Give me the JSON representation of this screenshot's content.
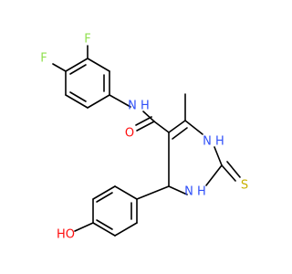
{
  "molecule": {
    "colors": {
      "bond": "#000000",
      "carbon": "#000000",
      "nitrogen": "#3050f8",
      "oxygen": "#ff0d0d",
      "fluorine": "#90e050",
      "sulfur": "#c8b000",
      "hydrogen_on_heteroatom": "#000000"
    },
    "atom_labels": {
      "f_top": "F",
      "f_left": "F",
      "nh_amide": "N H",
      "o_carbonyl": "O",
      "nh_ring_top": "N H",
      "nh_ring_bottom": "N H",
      "s_thione": "S",
      "oh_phenol": "HO"
    }
  }
}
